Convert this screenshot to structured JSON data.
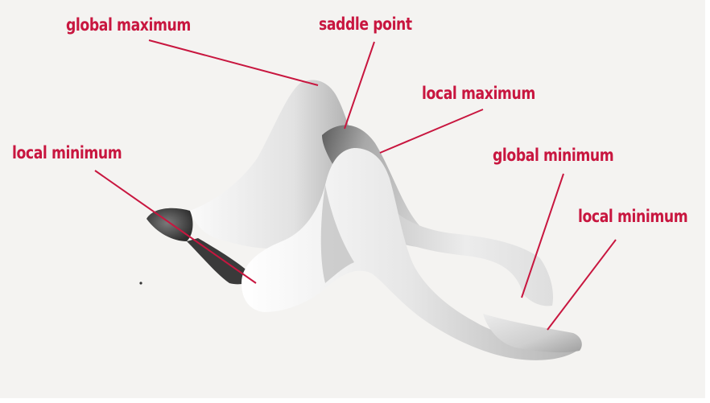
{
  "colors": {
    "label": "#c8163f",
    "leader_line": "#c8163f",
    "background": "#f4f3f1"
  },
  "labels": {
    "global_maximum": "global maximum",
    "saddle_point": "saddle point",
    "local_maximum": "local maximum",
    "local_minimum_left": "local minimum",
    "global_minimum": "global minimum",
    "local_minimum_right": "local minimum"
  }
}
